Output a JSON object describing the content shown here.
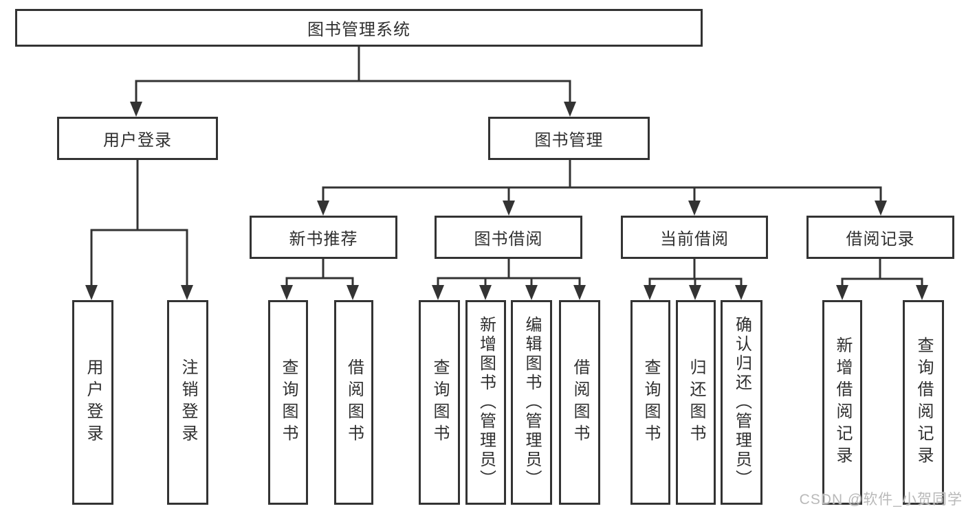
{
  "diagram": {
    "type": "hierarchy-tree",
    "root": {
      "label": "图书管理系统"
    },
    "branches": {
      "userLogin": {
        "label": "用户登录",
        "children": [
          {
            "label": "用户登录"
          },
          {
            "label": "注销登录"
          }
        ]
      },
      "bookMgmt": {
        "label": "图书管理",
        "children": [
          {
            "label": "新书推荐",
            "children": [
              {
                "label": "查询图书"
              },
              {
                "label": "借阅图书"
              }
            ]
          },
          {
            "label": "图书借阅",
            "children": [
              {
                "label": "查询图书"
              },
              {
                "label": "新增图书（管理员）"
              },
              {
                "label": "编辑图书（管理员）"
              },
              {
                "label": "借阅图书"
              }
            ]
          },
          {
            "label": "当前借阅",
            "children": [
              {
                "label": "查询图书"
              },
              {
                "label": "归还图书"
              },
              {
                "label": "确认归还（管理员）"
              }
            ]
          },
          {
            "label": "借阅记录",
            "children": [
              {
                "label": "新增借阅记录"
              },
              {
                "label": "查询借阅记录"
              }
            ]
          }
        ]
      }
    },
    "colors": {
      "line": "#333333",
      "text": "#2f2f2f",
      "background": "#ffffff",
      "watermark_color": "#b9b9b9"
    }
  },
  "watermark": {
    "text": "CSDN @软件_小贺同学"
  }
}
